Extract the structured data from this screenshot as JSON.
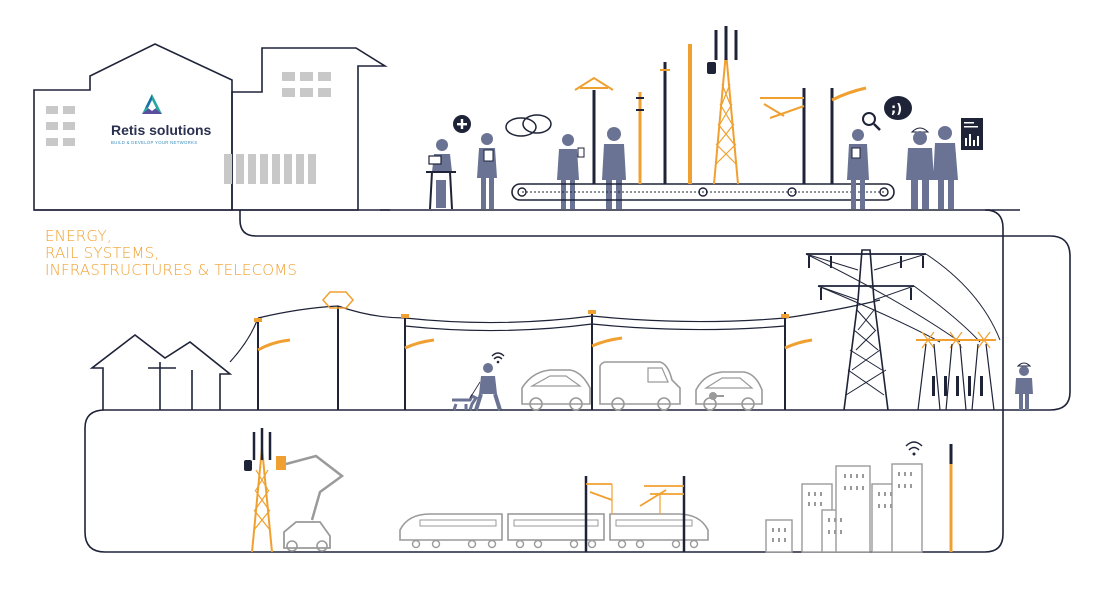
{
  "brand": {
    "name": "Retis solutions",
    "tagline": "BUILD & DEVELOP YOUR NETWORKS"
  },
  "headline": {
    "lines": [
      "ENERGY,",
      "RAIL SYSTEMS,",
      "INFRASTRUCTURES & TELECOMS"
    ]
  },
  "colors": {
    "accent": "#f0a030",
    "outline": "#1e2338",
    "figure": "#6b7394",
    "grey": "#9a9a9a",
    "light_grey": "#c8c8c8"
  },
  "icons": [
    "plus-icon",
    "speech-bubbles-icon",
    "magnifier-icon",
    "wink-bubble-icon",
    "document-chart-icon",
    "wifi-icon",
    "ev-plug-icon"
  ]
}
